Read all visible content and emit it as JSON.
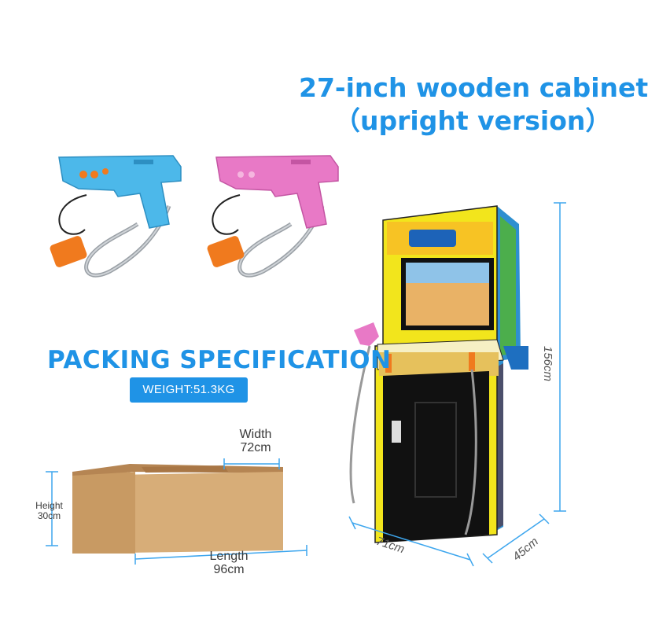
{
  "cabinet": {
    "title_line1": "27-inch wooden cabinet",
    "title_line2": "（upright version）",
    "height": "156cm",
    "width": "71cm",
    "depth": "45cm"
  },
  "packing": {
    "title": "PACKING SPECIFICATION",
    "weight": "WEIGHT:51.3KG",
    "width_label": "Width",
    "width_value": "72cm",
    "height_label": "Height",
    "height_value": "30cm",
    "length_label": "Length",
    "length_value": "96cm"
  },
  "guns": [
    {
      "color": "#4cb8ea"
    },
    {
      "color": "#e879c6"
    }
  ],
  "colors": {
    "accent": "#1f93e6",
    "cabinet_yellow": "#f2e51c",
    "cabinet_black": "#111111",
    "box_cardboard": "#d7ad78",
    "dimension_line": "#3da6ee"
  }
}
